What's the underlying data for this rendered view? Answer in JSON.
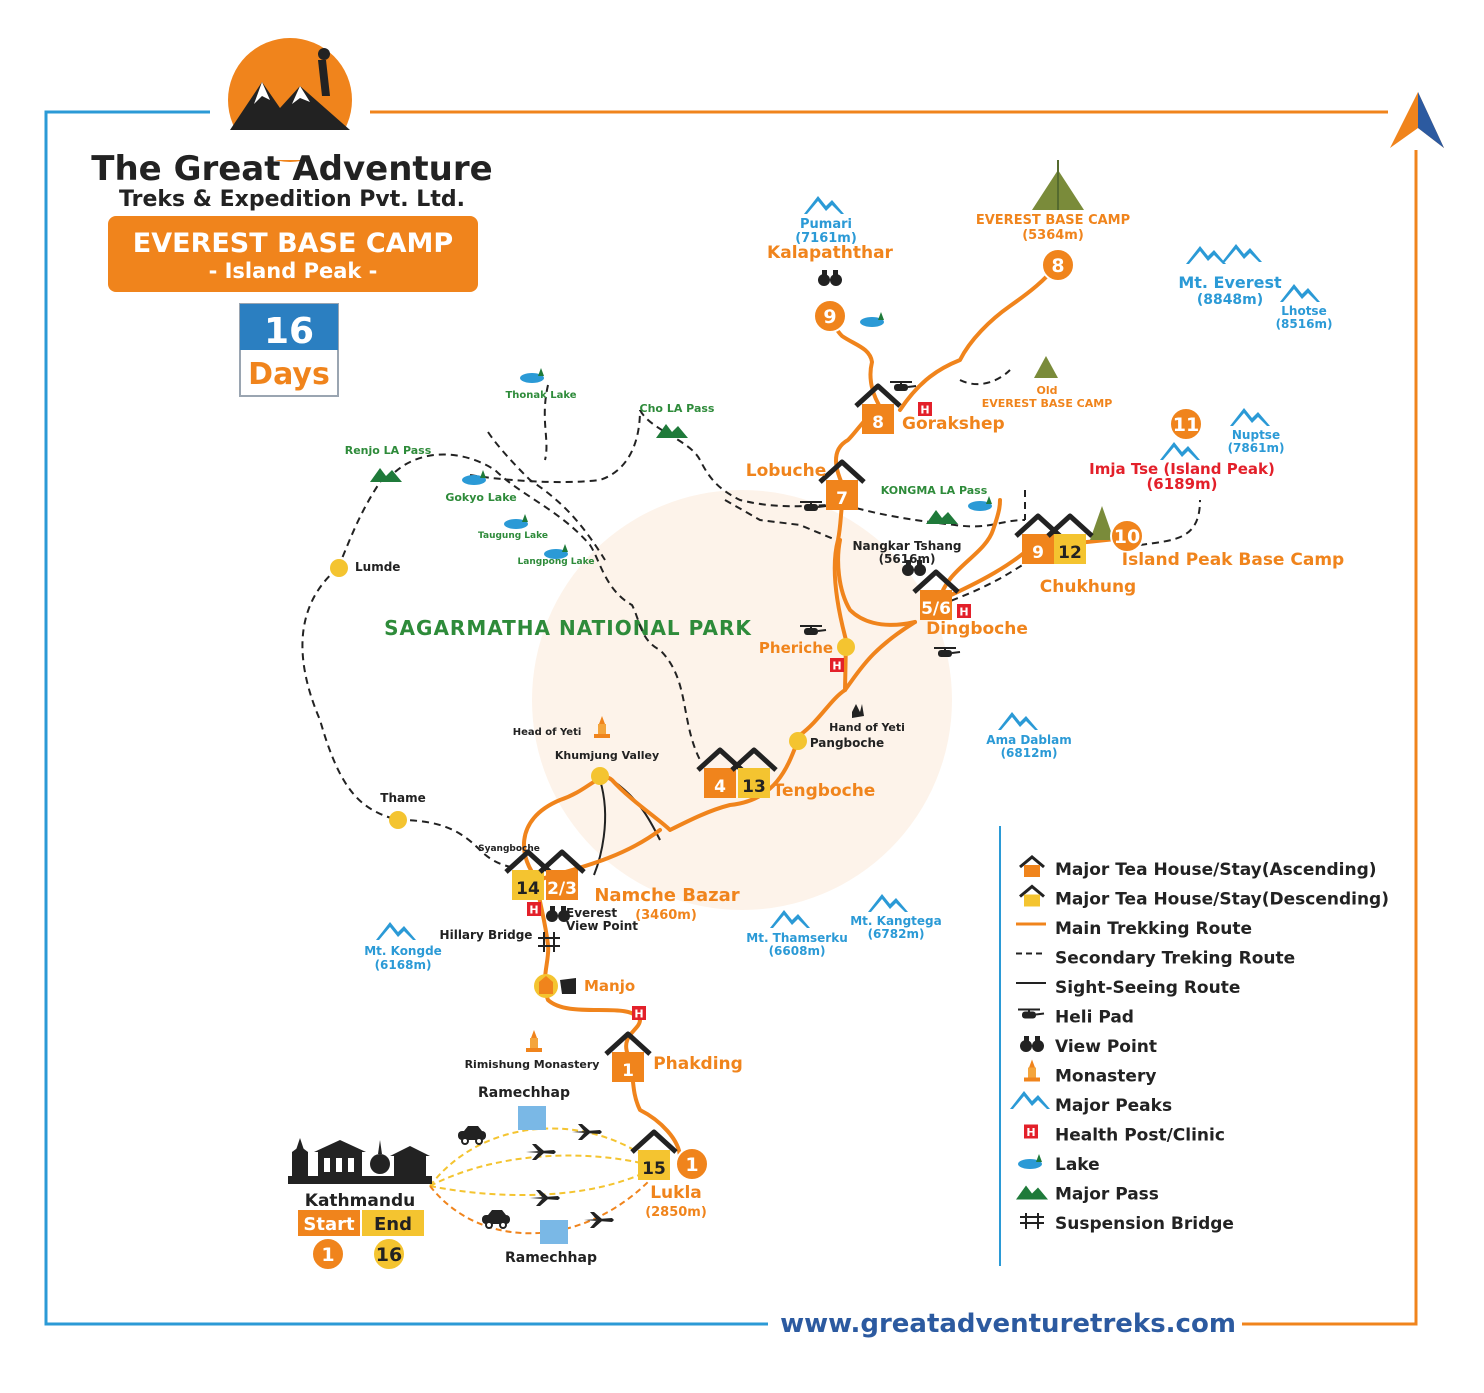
{
  "company": {
    "name": "The Great Adventure",
    "subtitle": "Treks & Expedition Pvt. Ltd.",
    "trek_title": "EVEREST BASE CAMP",
    "trek_subtitle": "- Island Peak -",
    "days_number": "16",
    "days_label": "Days",
    "website": "www.greatadventuretreks.com"
  },
  "park_label": "SAGARMATHA NATIONAL PARK",
  "places": {
    "pumari": {
      "name": "Pumari",
      "alt": "(7161m)"
    },
    "kalapatthar": "Kalapaththar",
    "ebc": {
      "name": "EVEREST BASE CAMP",
      "alt": "(5364m)"
    },
    "everest": {
      "name": "Mt. Everest",
      "alt": "(8848m)"
    },
    "lhotse": {
      "name": "Lhotse",
      "alt": "(8516m)"
    },
    "old_ebc_1": "Old",
    "old_ebc_2": "EVEREST BASE CAMP",
    "gorakshep": "Gorakshep",
    "thonak": "Thonak Lake",
    "chola": "Cho LA Pass",
    "renjo": "Renjo LA Pass",
    "gokyo": "Gokyo Lake",
    "taugung": "Taugung Lake",
    "langpong": "Langpong Lake",
    "lobuche": "Lobuche",
    "kongma": "KONGMA LA Pass",
    "nuptse": {
      "name": "Nuptse",
      "alt": "(7861m)"
    },
    "imjatse": {
      "name": "Imja Tse (Island Peak)",
      "alt": "(6189m)"
    },
    "nangkar": {
      "name": "Nangkar Tshang",
      "alt": "(5616m)"
    },
    "ipbc": "Island Peak Base Camp",
    "chukhung": "Chukhung",
    "lumde": "Lumde",
    "dingboche": "Dingboche",
    "pheriche": "Pheriche",
    "hand_yeti": "Hand of Yeti",
    "pangboche": "Pangboche",
    "ama_dablam": {
      "name": "Ama Dablam",
      "alt": "(6812m)"
    },
    "head_yeti": "Head of Yeti",
    "khumjung": "Khumjung Valley",
    "tengboche": "Tengboche",
    "thame": "Thame",
    "syangboche": "Syangboche",
    "namche": {
      "name": "Namche Bazar",
      "alt": "(3460m)"
    },
    "everest_vp_1": "Everest",
    "everest_vp_2": "View Point",
    "hillary": "Hillary Bridge",
    "kongde": {
      "name": "Mt. Kongde",
      "alt": "(6168m)"
    },
    "thamserku": {
      "name": "Mt. Thamserku",
      "alt": "(6608m)"
    },
    "kangtega": {
      "name": "Mt. Kangtega",
      "alt": "(6782m)"
    },
    "manjo": "Manjo",
    "rimishung": "Rimishung Monastery",
    "phakding": "Phakding",
    "ramechhap_top": "Ramechhap",
    "ramechhap_bottom": "Ramechhap",
    "lukla": {
      "name": "Lukla",
      "alt": "(2850m)"
    },
    "kathmandu": "Kathmandu",
    "start": "Start",
    "end": "End"
  },
  "stops": {
    "d1_lukla": "1",
    "d1_ktm": "1",
    "d16_ktm": "16",
    "d15": "15",
    "d1_phakding": "1",
    "namche_asc": "2/3",
    "namche_desc": "14",
    "teng_asc": "4",
    "teng_desc": "13",
    "dingboche": "5/6",
    "lobuche": "7",
    "gorakshep": "8",
    "ebc": "8",
    "kalapatthar": "9",
    "chukhung_asc": "9",
    "chukhung_desc": "12",
    "ipbc": "10",
    "island_peak": "11"
  },
  "legend": [
    {
      "icon": "tea-house-ascending-icon",
      "label": "Major Tea House/Stay(Ascending)"
    },
    {
      "icon": "tea-house-descending-icon",
      "label": "Major Tea House/Stay(Descending)"
    },
    {
      "icon": "main-route-icon",
      "label": "Main Trekking Route"
    },
    {
      "icon": "secondary-route-icon",
      "label": "Secondary Treking Route"
    },
    {
      "icon": "sightseeing-route-icon",
      "label": "Sight-Seeing Route"
    },
    {
      "icon": "helipad-icon",
      "label": "Heli Pad"
    },
    {
      "icon": "viewpoint-icon",
      "label": "View Point"
    },
    {
      "icon": "monastery-icon",
      "label": "Monastery"
    },
    {
      "icon": "peak-icon",
      "label": "Major Peaks"
    },
    {
      "icon": "health-post-icon",
      "label": "Health Post/Clinic"
    },
    {
      "icon": "lake-icon",
      "label": "Lake"
    },
    {
      "icon": "pass-icon",
      "label": "Major Pass"
    },
    {
      "icon": "suspension-bridge-icon",
      "label": "Suspension Bridge"
    }
  ],
  "colors": {
    "accent": "#f0841c",
    "blue": "#2b9ad6",
    "green": "#2e8b3a",
    "yellow": "#f4c430",
    "navy": "#2c5aa0",
    "red": "#e3202a"
  }
}
